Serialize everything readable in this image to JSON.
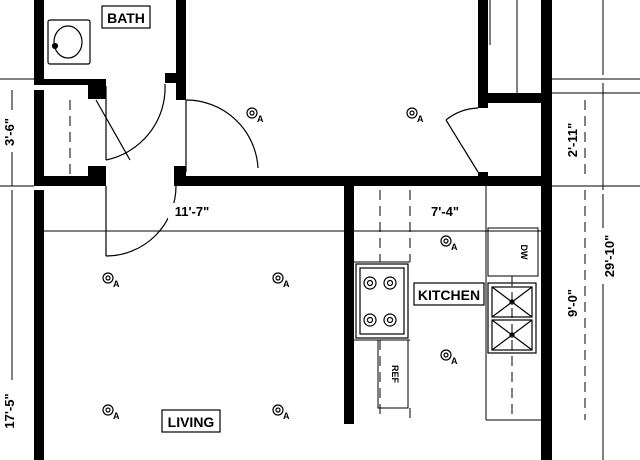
{
  "rooms": {
    "bath": "BATH",
    "kitchen": "KITCHEN",
    "living": "LIVING"
  },
  "dimensions": {
    "living_width": "11'-7\"",
    "kitchen_width": "7'-4\"",
    "hall_height_left": "3'-6\"",
    "hall_height_right": "2'-11\"",
    "kitchen_height": "9'-0\"",
    "overall_height": "29'-10\"",
    "living_height": "17'-5\""
  },
  "appliances": {
    "dishwasher": "DW",
    "refrigerator": "REF"
  },
  "outlet_tag": "A",
  "colors": {
    "line": "#000000",
    "background": "#ffffff"
  }
}
